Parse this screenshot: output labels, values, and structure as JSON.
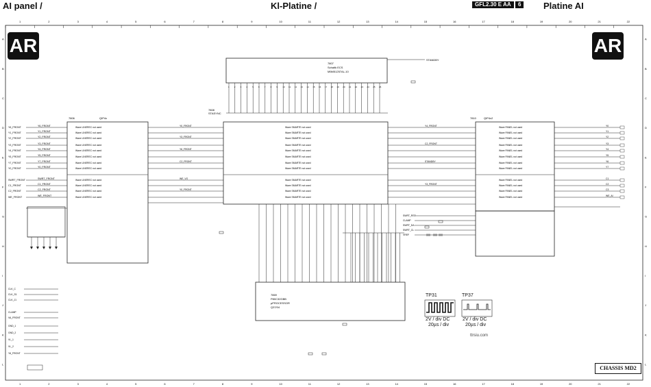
{
  "header": {
    "left_title": "AI panel /",
    "center_title": "Kl-Platine /",
    "code_badge": "GFL2.30 E AA",
    "page_badge": "6",
    "right_title": "Platine AI"
  },
  "grid": {
    "columns": [
      "1",
      "2",
      "3",
      "4",
      "5",
      "6",
      "7",
      "8",
      "9",
      "10",
      "11",
      "12",
      "13",
      "14",
      "15",
      "16",
      "17",
      "18",
      "19",
      "20",
      "21",
      "22"
    ],
    "rows": [
      "A",
      "B",
      "C",
      "D",
      "E",
      "F",
      "G",
      "H",
      "I",
      "J",
      "K",
      "L"
    ]
  },
  "markers": {
    "left": "AR",
    "right": "AR"
  },
  "blocks": {
    "ic7807": {
      "ref": "7807",
      "name": "Schaltk ECS",
      "part": "M5M51257AL-10",
      "pin_std": "STANDBY"
    },
    "ic7806": {
      "ref": "7806",
      "name": "QIP4x",
      "desc": "Wave LINEREC not used"
    },
    "ic7808": {
      "ref": "7808",
      "name": "STASYNC",
      "desc": "Wave SMARTE not used"
    },
    "ic7810": {
      "ref": "7810",
      "name": "QIP4x2",
      "desc": "Wave PANEL not used"
    },
    "ic7869": {
      "ref": "7869",
      "name": "P80C32GBB",
      "desc": "µPROCESSOR",
      "part": "Q37/04"
    }
  },
  "signals": {
    "left": [
      "Y6_FRONT",
      "Y1_FRONT",
      "Y2_FRONT",
      "Y3_FRONT",
      "Y4_FRONT",
      "Y5_FRONT",
      "Y7_FRONT",
      "Y0_FRONT",
      "SWRT_FRONT",
      "C1_FRONT",
      "C2_FRONT",
      "WE_FRONT",
      "CLK_C",
      "CLK_S1",
      "CLK_J1",
      "CLAMP",
      "VA_FRONT",
      "GND_1",
      "GND_2",
      "VL_1",
      "VL_2"
    ],
    "mid": [
      "Y0_FRONT",
      "Y1_FRONT",
      "Y3_FRONT",
      "Y4_FRONT",
      "Y6_FRONT",
      "C1_FRONT",
      "C2_FRONT",
      "SWRT_RST",
      "WE_VO",
      "STANDBY"
    ],
    "right": [
      "Y0",
      "Y1",
      "Y2",
      "Y3",
      "Y4",
      "Y5",
      "Y6",
      "Y7",
      "C1",
      "C2",
      "C3",
      "WE_AI"
    ],
    "ctrl": [
      "SWRT_RST",
      "CLAMP",
      "SWRT_DA",
      "SWRT_CL",
      "VREF"
    ]
  },
  "scopes": [
    {
      "name": "TP31",
      "volts": "2V / div DC",
      "time": "20µs / div"
    },
    {
      "name": "TP37",
      "volts": "2V / div DC",
      "time": "20µs / div"
    }
  ],
  "footer": {
    "chassis": "CHASSIS MD2",
    "site": "ttrsiu.com"
  }
}
